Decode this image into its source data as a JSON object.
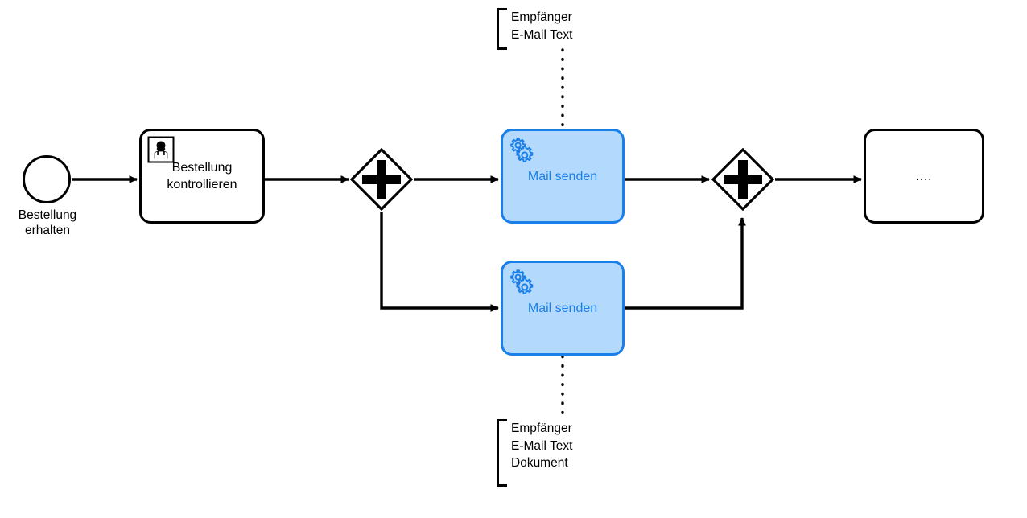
{
  "diagram": {
    "type": "bpmn-process",
    "title": "BPMN Prozess - Bestellung mit parallelem Mailversand",
    "colors": {
      "stroke": "#000000",
      "background": "#ffffff",
      "highlight_stroke": "#1a7fe8",
      "highlight_fill": "#b3dafc",
      "highlight_text": "#1a7fe8"
    }
  },
  "nodes": {
    "start_event": {
      "name": "start-event",
      "label": "Bestellung\nerhalten"
    },
    "user_task": {
      "name": "user-task",
      "label": "Bestellung\nkontrollieren",
      "marker": "user-icon"
    },
    "gateway_split": {
      "name": "parallel-gateway-split",
      "symbol": "plus"
    },
    "service_task_top": {
      "name": "service-task-mail-top",
      "label": "Mail senden",
      "marker": "gear-icon"
    },
    "service_task_bottom": {
      "name": "service-task-mail-bottom",
      "label": "Mail senden",
      "marker": "gear-icon"
    },
    "gateway_join": {
      "name": "parallel-gateway-join",
      "symbol": "plus"
    },
    "end_task": {
      "name": "continuation-task",
      "label": "...."
    }
  },
  "annotations": {
    "top": {
      "name": "annotation-top",
      "text": "Empfänger\nE-Mail Text"
    },
    "bottom": {
      "name": "annotation-bottom",
      "text": "Empfänger\nE-Mail Text\nDokument"
    }
  }
}
